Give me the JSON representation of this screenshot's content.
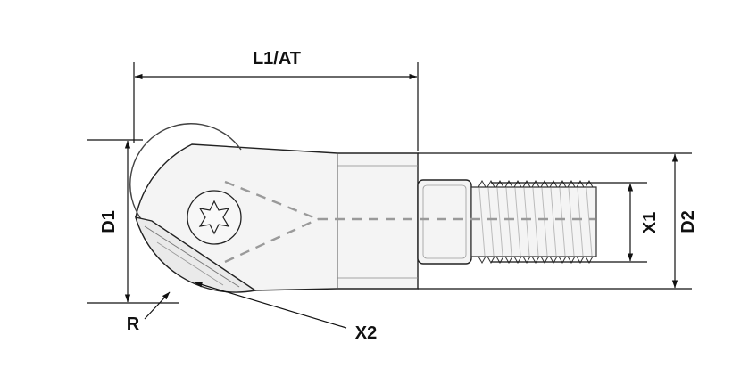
{
  "labels": {
    "overall_length": "L1/AT",
    "head_diameter": "D1",
    "shank_diameter": "D2",
    "thread_diameter": "X1",
    "corner_radius": "R",
    "insert_dimension": "X2"
  },
  "colors": {
    "line": "#111111",
    "outline": "#222222",
    "body_fill": "#f4f4f4",
    "hidden_line": "#9a9a9a"
  },
  "icons": {
    "insert_screw": "torx-screw-icon"
  }
}
